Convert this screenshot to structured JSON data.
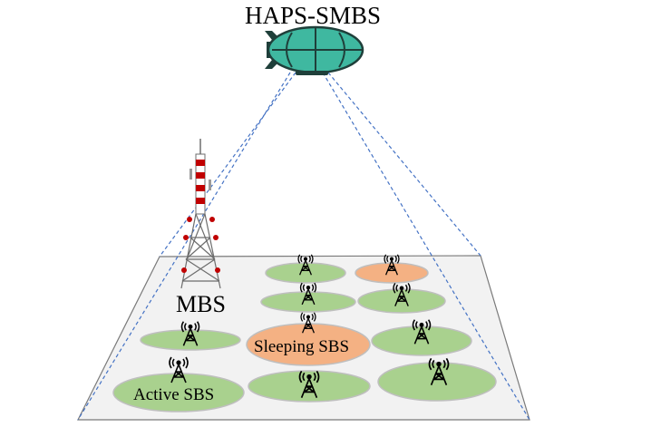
{
  "labels": {
    "haps": "HAPS-SMBS",
    "mbs": "MBS",
    "sleeping_sbs": "Sleeping SBS",
    "active_sbs": "Active SBS"
  },
  "colors": {
    "ground": "#f2f2f2",
    "ground_edge": "#7a7a7a",
    "active_cell": "#a9d18e",
    "sleeping_cell": "#f4b183",
    "cell_edge": "#bfbfbf",
    "beam": "#4472c4",
    "airship_body": "#3fb8a0",
    "airship_dark": "#1f3f3a",
    "tower_red": "#c00000",
    "tower_grey": "#6d6d6d"
  },
  "icons": {
    "airship": "airship-icon",
    "macro_tower": "cell-tower-icon",
    "small_cell": "antenna-icon"
  }
}
